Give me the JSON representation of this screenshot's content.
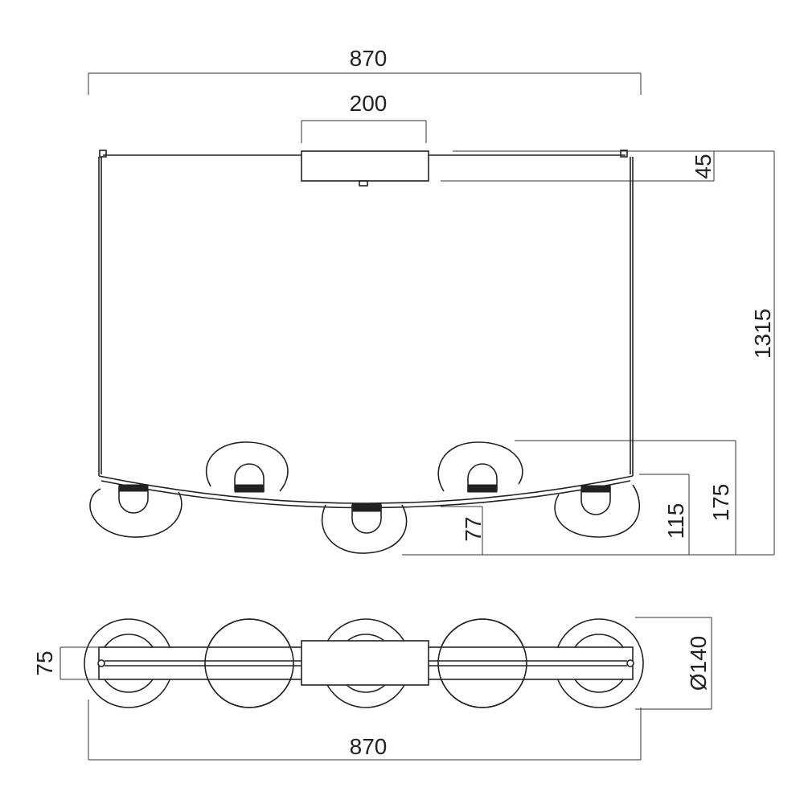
{
  "front_view": {
    "dimensions": {
      "overall_width": "870",
      "canopy_width": "200",
      "canopy_height": "45",
      "overall_height": "1315",
      "height_outer_lamps": "175",
      "height_bar": "115",
      "height_center_lamp": "77"
    }
  },
  "top_view": {
    "dimensions": {
      "bar_depth": "75",
      "shade_diameter": "Ø140",
      "overall_width": "870"
    }
  }
}
